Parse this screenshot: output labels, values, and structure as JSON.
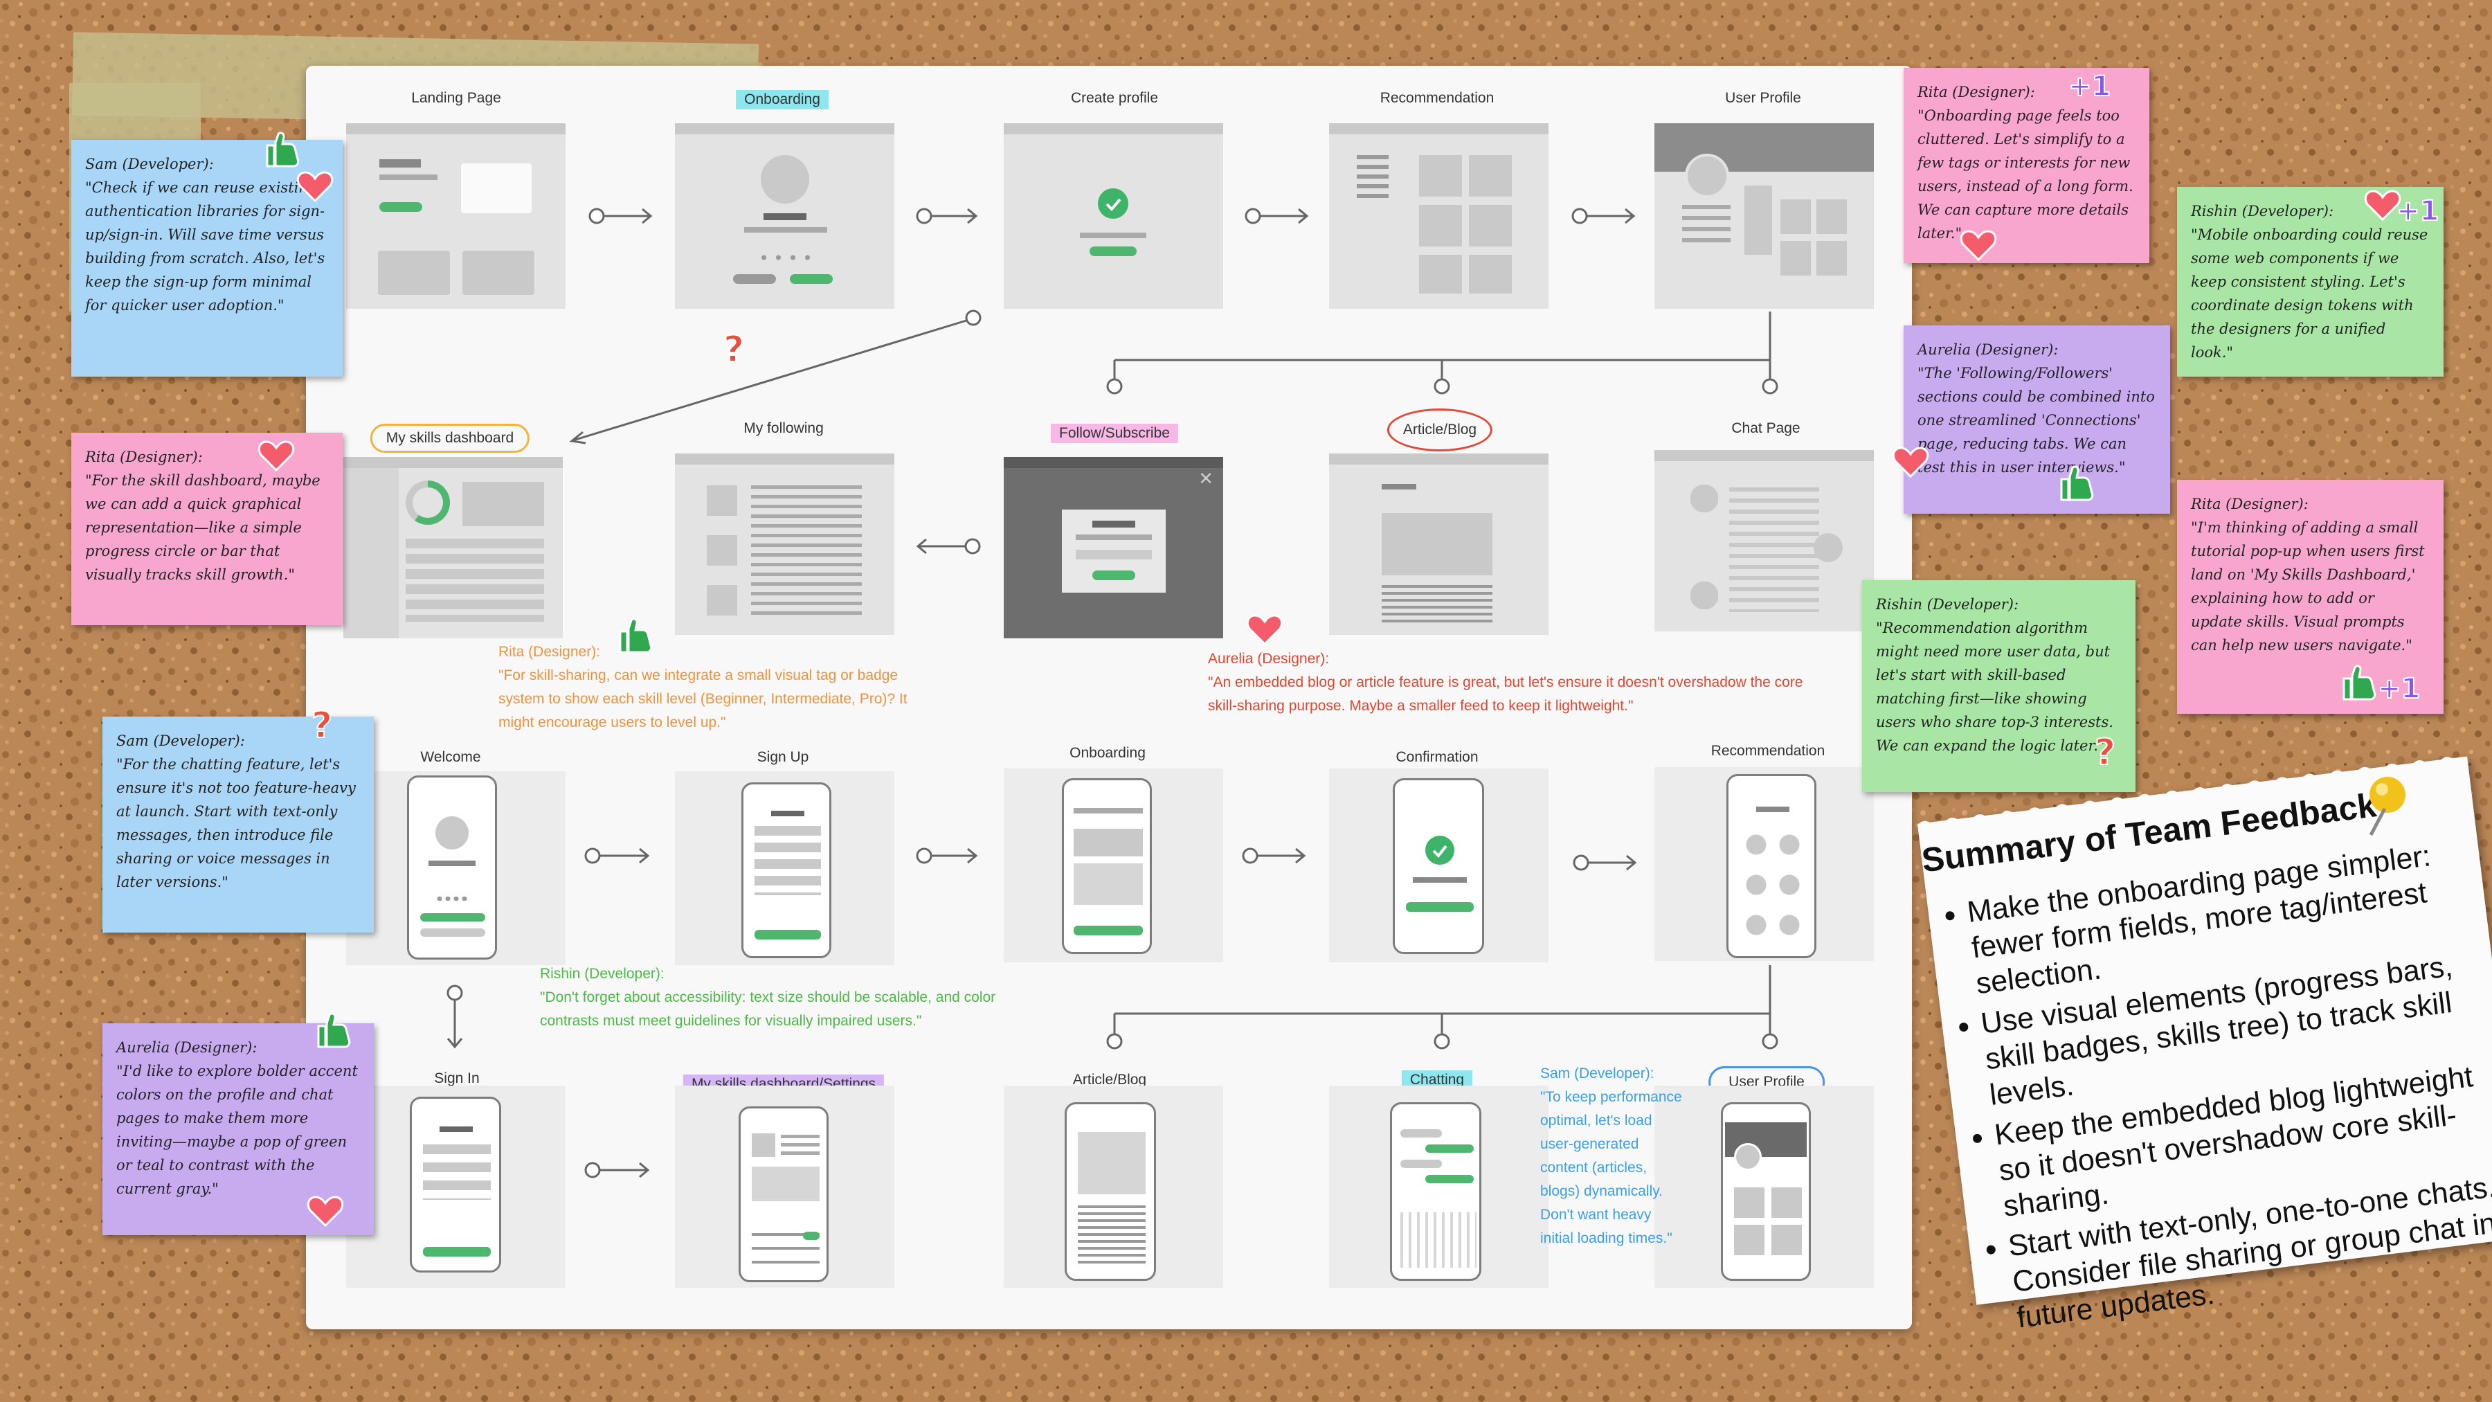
{
  "web_flow": {
    "screens": [
      {
        "title": "Landing Page",
        "hl": ""
      },
      {
        "title": "Onboarding",
        "hl": "#8ee6ee"
      },
      {
        "title": "Create profile",
        "hl": ""
      },
      {
        "title": "Recommendation",
        "hl": ""
      },
      {
        "title": "User Profile",
        "hl": ""
      },
      {
        "title": "My skills dashboard",
        "circle": "#f0b43c"
      },
      {
        "title": "My following",
        "hl": ""
      },
      {
        "title": "Follow/Subscribe",
        "hl": "#f7b8e5"
      },
      {
        "title": "Article/Blog",
        "circle": "#e04a3a"
      },
      {
        "title": "Chat Page",
        "hl": ""
      }
    ]
  },
  "mobile_flow": {
    "screens": [
      {
        "title": "Welcome",
        "hl": ""
      },
      {
        "title": "Sign Up",
        "hl": ""
      },
      {
        "title": "Onboarding",
        "hl": ""
      },
      {
        "title": "Confirmation",
        "hl": ""
      },
      {
        "title": "Recommendation",
        "hl": ""
      },
      {
        "title": "Sign In",
        "hl": ""
      },
      {
        "title": "My skills dashboard/Settings",
        "hl": "#d6b6f5"
      },
      {
        "title": "Article/Blog",
        "hl": ""
      },
      {
        "title": "Chatting",
        "hl": "#8ee6ee"
      },
      {
        "title": "User Profile",
        "circle": "#4b95e6"
      }
    ]
  },
  "board_comments": {
    "rita": {
      "who": "Rita (Designer):",
      "text": "\"For skill-sharing, can we integrate a small visual tag or badge system to show each skill level (Beginner, Intermediate, Pro)? It might encourage users to level up.\"",
      "color": "#f0923a"
    },
    "aurelia": {
      "who": "Aurelia (Designer):",
      "text": "\"An embedded blog or article feature is great, but let's ensure it doesn't overshadow the core skill-sharing purpose. Maybe a smaller feed to keep it lightweight.\"",
      "color": "#e2462f"
    },
    "rishin": {
      "who": "Rishin (Developer):",
      "text": "\"Don't forget about accessibility: text size should be scalable, and color contrasts must meet guidelines for visually impaired users.\"",
      "color": "#4fb648"
    },
    "sam": {
      "who": "Sam (Developer):",
      "text": "\"To keep performance optimal, let's load user-generated content (articles, blogs) dynamically. Don't want heavy initial loading times.\"",
      "color": "#3c9ee5"
    }
  },
  "sticky_notes": [
    {
      "who": "Sam (Developer):",
      "text": "\"Check if we can reuse existing authentication libraries for sign-up/sign-in. Will save time versus building from scratch. Also, let's keep the sign-up form minimal for quicker user adoption.\"",
      "color": "#a9d6f7"
    },
    {
      "who": "Rita (Designer):",
      "text": "\"For the skill dashboard, maybe we can add a quick graphical representation—like a simple progress circle or bar that visually tracks skill growth.\"",
      "color": "#f9a6cf"
    },
    {
      "who": "Sam (Developer):",
      "text": "\"For the chatting feature, let's ensure it's not too feature-heavy at launch. Start with text-only messages, then introduce file sharing or voice messages in later versions.\"",
      "color": "#a9d6f7"
    },
    {
      "who": "Aurelia (Designer):",
      "text": "\"I'd like to explore bolder accent colors on the profile and chat pages to make them more inviting—maybe a pop of green or teal to contrast with the current gray.\"",
      "color": "#c8abef"
    },
    {
      "who": "Rita (Designer):",
      "text": "\"Onboarding page feels too cluttered. Let's simplify to a few tags or interests for new users, instead of a long form. We can capture more details later.\"",
      "color": "#f9a6cf"
    },
    {
      "who": "Rishin (Developer):",
      "text": "\"Mobile onboarding could reuse some web components if we keep consistent styling. Let's coordinate design tokens with the designers for a unified look.\"",
      "color": "#a9e6a6"
    },
    {
      "who": "Aurelia (Designer):",
      "text": "\"The 'Following/Followers' sections could be combined into one streamlined 'Connections' page, reducing tabs. We can test this in user interviews.\"",
      "color": "#c8abef"
    },
    {
      "who": "Rita (Designer):",
      "text": "\"I'm thinking of adding a small tutorial pop-up when users first land on 'My Skills Dashboard,' explaining how to add or update skills. Visual prompts can help new users navigate.\"",
      "color": "#f9a6cf"
    },
    {
      "who": "Rishin (Developer):",
      "text": "\"Recommendation algorithm might need more user data, but let's start with skill-based matching first—like showing users who share top-3 interests. We can expand the logic later.\"",
      "color": "#a9e6a6"
    }
  ],
  "summary": {
    "title": "Summary of Team Feedback",
    "items": [
      "Make the onboarding page simpler: fewer form fields, more tag/interest selection.",
      "Use visual elements (progress bars, skill badges, skills tree) to track skill levels.",
      "Keep the embedded blog lightweight so it doesn't overshadow core skill-sharing.",
      "Start with text-only, one-to-one chats. Consider file sharing or group chat in future updates."
    ]
  },
  "badges": {
    "plus_one": "+1",
    "question": "?"
  },
  "colors": {
    "accent_green": "#4fb66f",
    "cork": "#b98556",
    "board": "#f8f8f8"
  }
}
